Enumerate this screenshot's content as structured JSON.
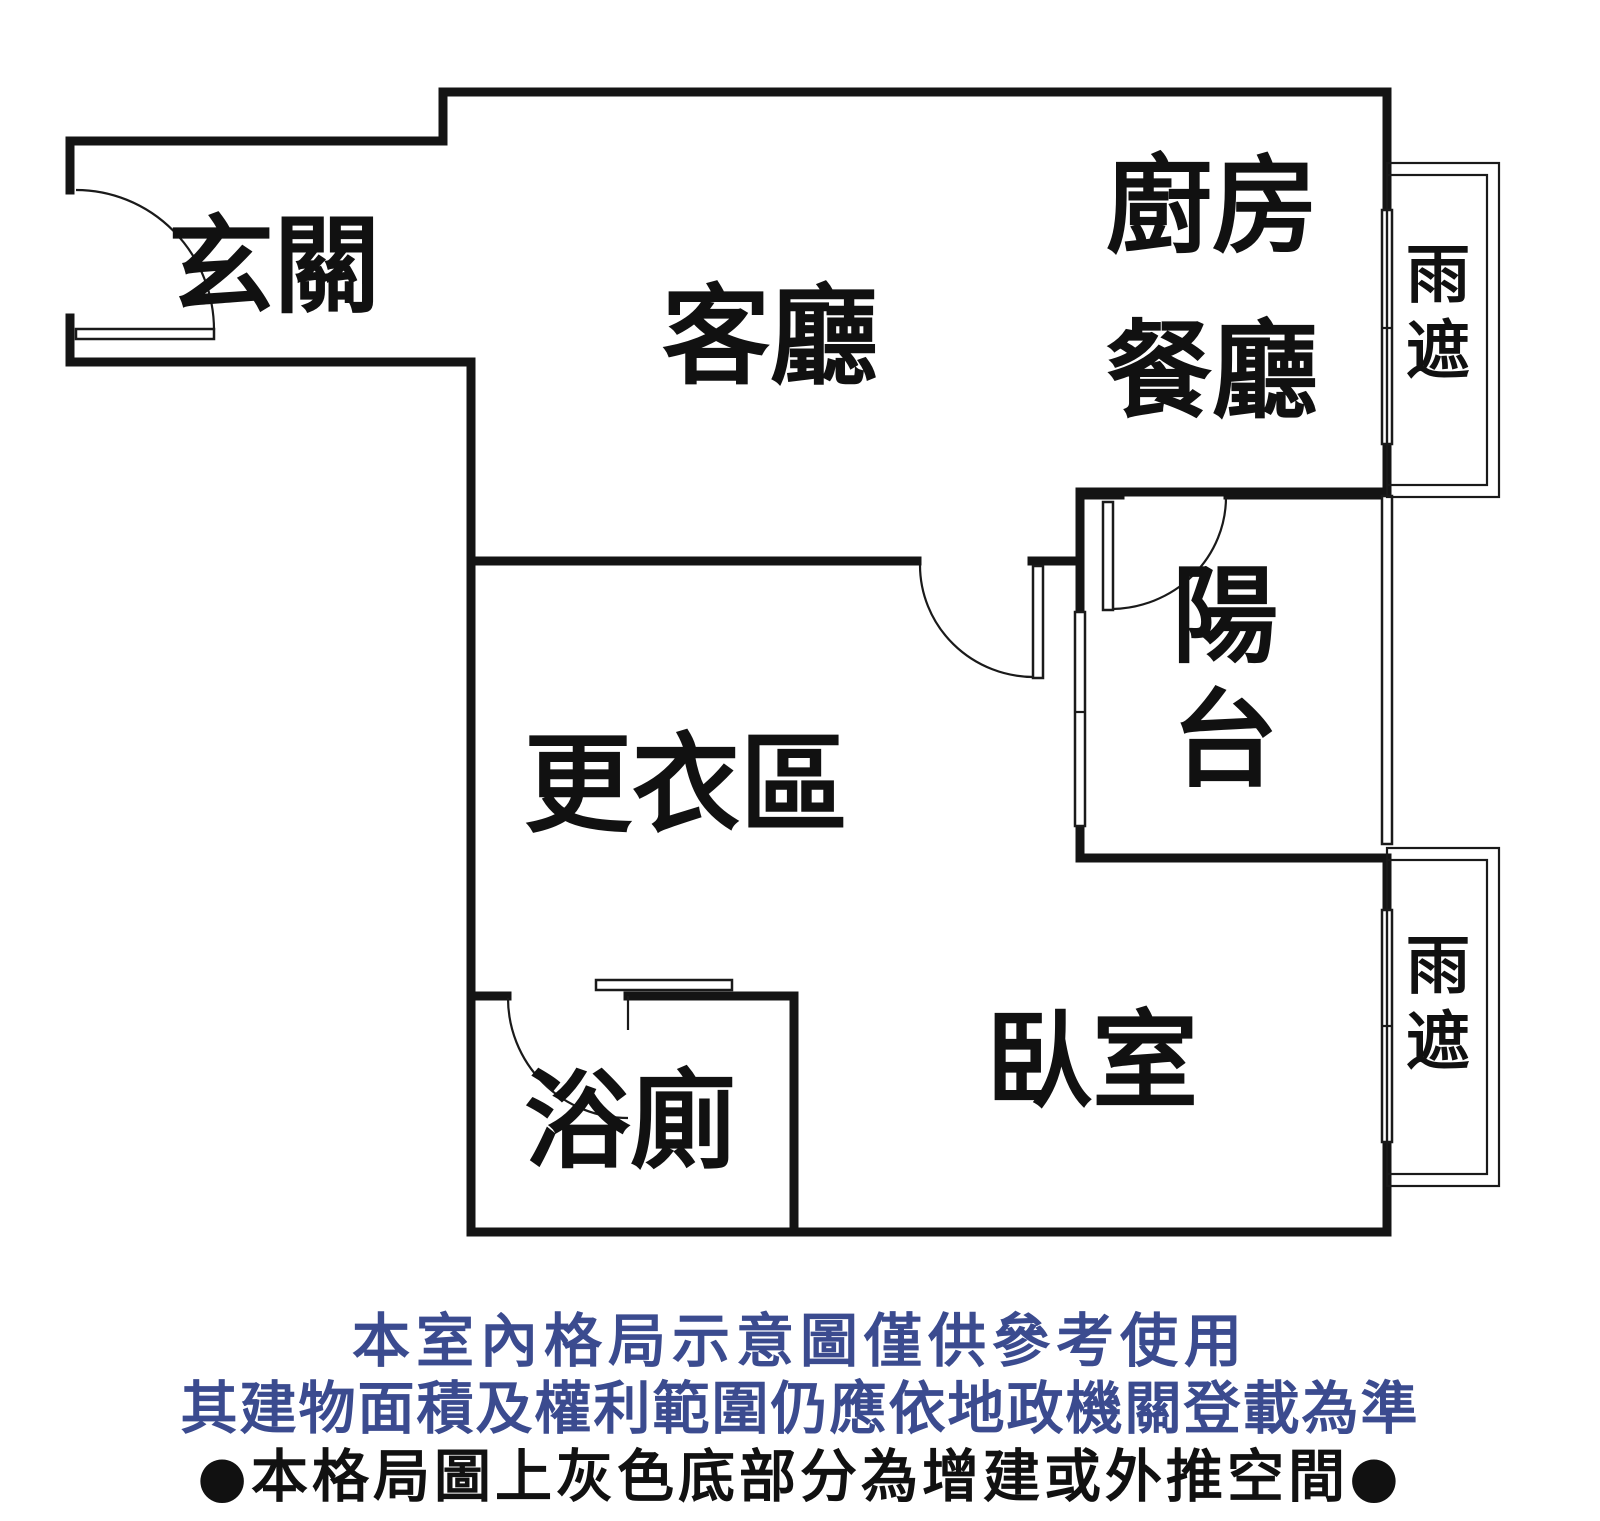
{
  "rooms": {
    "entrance": "玄關",
    "living": "客廳",
    "kitchen": "廚房",
    "dining": "餐廳",
    "canopy_top": "雨遮",
    "balcony": "陽台",
    "dressing": "更衣區",
    "bathroom": "浴廁",
    "bedroom": "臥室",
    "canopy_bottom": "雨遮"
  },
  "notice": {
    "line1": "本室內格局示意圖僅供參考使用",
    "line2": "其建物面積及權利範圍仍應依地政機關登載為準",
    "line3": "●本格局圖上灰色底部分為增建或外推空間●"
  },
  "colors": {
    "wall": "#141414",
    "notice_text": "#3b4b8f",
    "background": "#ffffff"
  }
}
